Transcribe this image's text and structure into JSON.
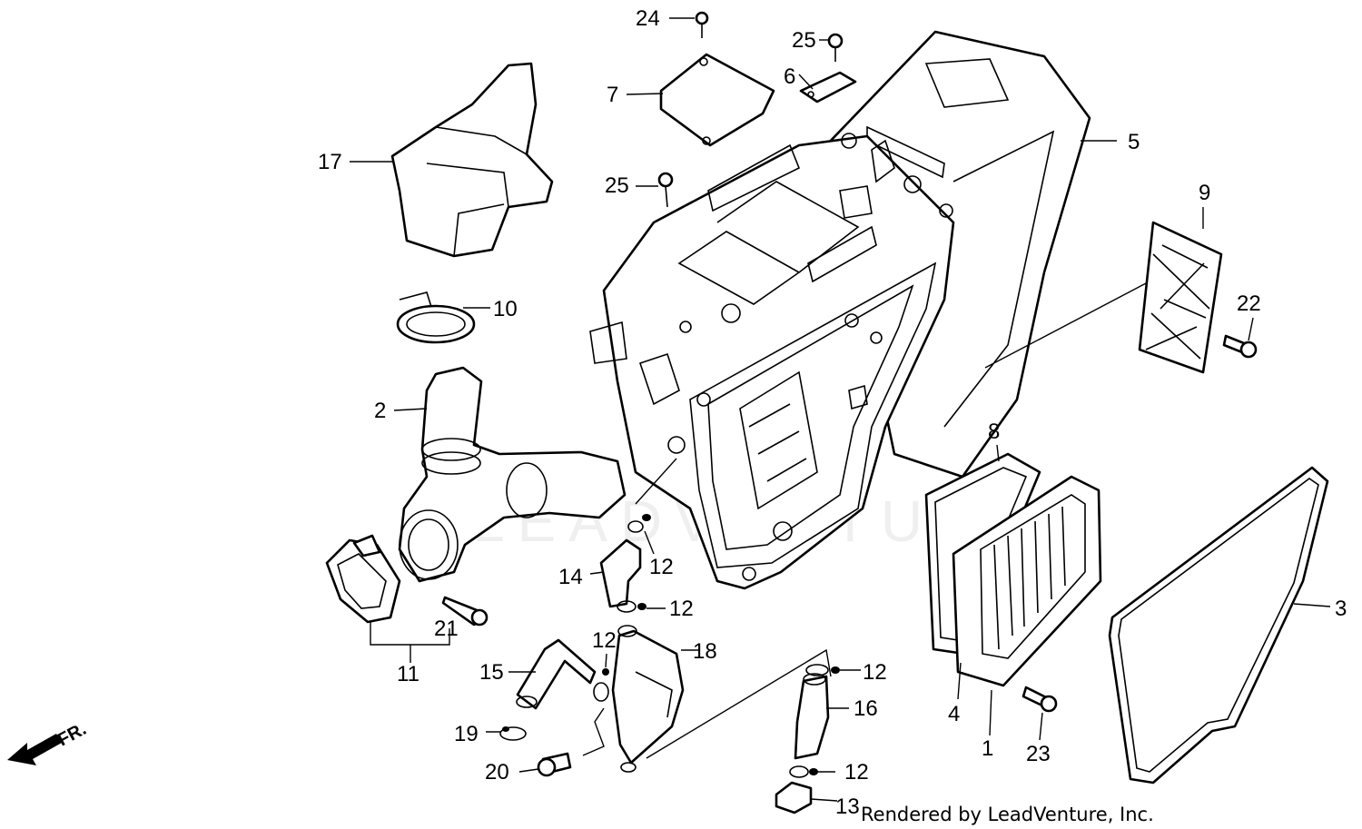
{
  "callouts": {
    "c1": "1",
    "c2": "2",
    "c3": "3",
    "c4": "4",
    "c5": "5",
    "c6": "6",
    "c7": "7",
    "c8": "8",
    "c9": "9",
    "c10": "10",
    "c11": "11",
    "c12a": "12",
    "c12b": "12",
    "c12c": "12",
    "c12d": "12",
    "c12e": "12",
    "c13": "13",
    "c14": "14",
    "c15": "15",
    "c16": "16",
    "c17": "17",
    "c18": "18",
    "c19": "19",
    "c20": "20",
    "c21": "21",
    "c22": "22",
    "c23": "23",
    "c24": "24",
    "c25a": "25",
    "c25b": "25"
  },
  "direction_label": "FR.",
  "credit": "Rendered by LeadVenture, Inc.",
  "watermark": "LEADVENTURE",
  "colors": {
    "line": "#000000",
    "background": "#ffffff"
  }
}
